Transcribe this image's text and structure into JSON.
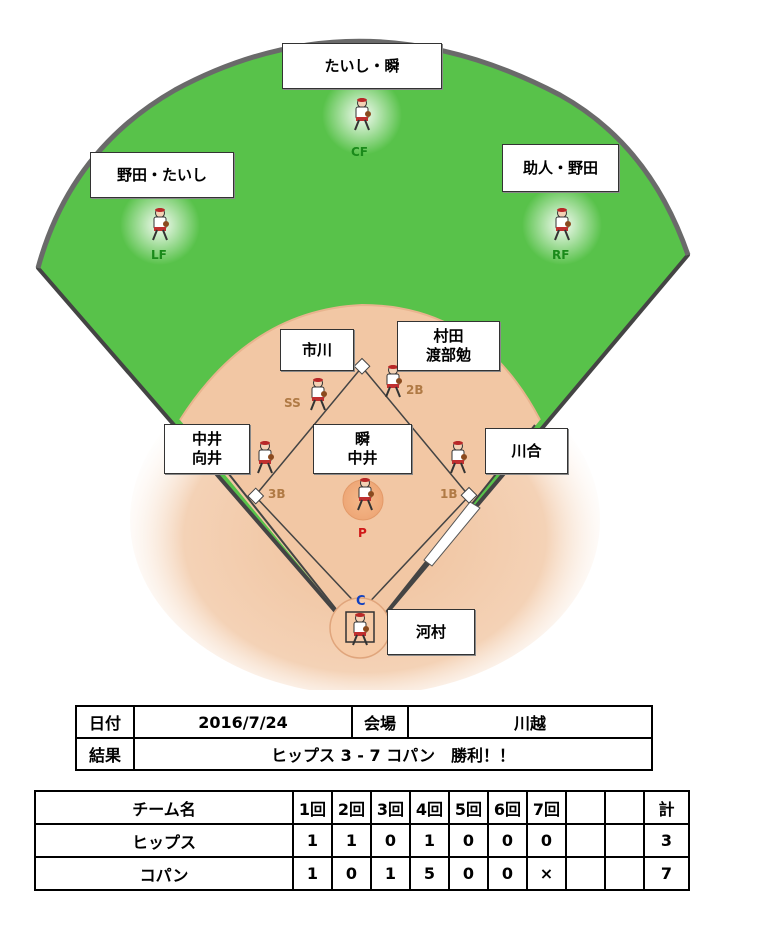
{
  "field": {
    "colors": {
      "grass": "#58c24a",
      "dirt": "#f2c7a4",
      "line": "#444444"
    },
    "positions": [
      {
        "code": "CF",
        "code_color": "#1a8a1a",
        "names": [
          "たいし・瞬"
        ]
      },
      {
        "code": "LF",
        "code_color": "#1a8a1a",
        "names": [
          "野田・たいし"
        ]
      },
      {
        "code": "RF",
        "code_color": "#1a8a1a",
        "names": [
          "助人・野田"
        ]
      },
      {
        "code": "SS",
        "code_color": "#b07a45",
        "names": [
          "市川"
        ]
      },
      {
        "code": "2B",
        "code_color": "#b07a45",
        "names": [
          "村田",
          "渡部勉"
        ]
      },
      {
        "code": "3B",
        "code_color": "#b07a45",
        "names": [
          "中井",
          "向井"
        ]
      },
      {
        "code": "P",
        "code_color": "#d01818",
        "names": [
          "瞬",
          "中井"
        ]
      },
      {
        "code": "1B",
        "code_color": "#b07a45",
        "names": [
          "川合"
        ]
      },
      {
        "code": "C",
        "code_color": "#1040c0",
        "names": [
          "河村"
        ]
      }
    ]
  },
  "info": {
    "date_label": "日付",
    "date_value": "2016/7/24",
    "venue_label": "会場",
    "venue_value": "川越",
    "result_label": "結果",
    "result_value": "ヒップス 3 - 7 コパン　勝利！！"
  },
  "scoreboard": {
    "header": [
      "チーム名",
      "1回",
      "2回",
      "3回",
      "4回",
      "5回",
      "6回",
      "7回",
      "",
      "",
      "計"
    ],
    "rows": [
      [
        "ヒップス",
        "1",
        "1",
        "0",
        "1",
        "0",
        "0",
        "0",
        "",
        "",
        "3"
      ],
      [
        "コパン",
        "1",
        "0",
        "1",
        "5",
        "0",
        "0",
        "×",
        "",
        "",
        "7"
      ]
    ]
  }
}
